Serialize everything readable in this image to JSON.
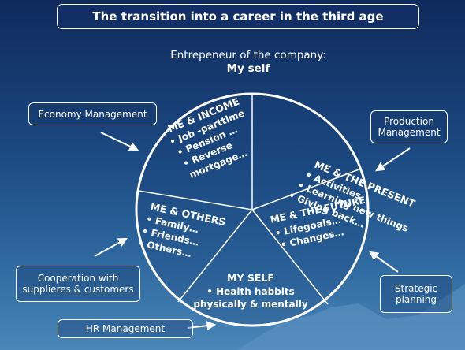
{
  "title": "The transition into a career in the third age",
  "subtitle": {
    "line1": "Entrepeneur of the company:",
    "line2": "My self"
  },
  "side_labels": {
    "economy": "Economy Management",
    "production": [
      "Production",
      "Management"
    ],
    "cooperation": [
      "Cooperation with",
      "supplieres & customers"
    ],
    "strategic": [
      "Strategic",
      "planning"
    ],
    "hr": "HR Management"
  },
  "segments": {
    "income": {
      "heading": "ME & INCOME",
      "items": [
        "• Job -parttime",
        "• Pension …",
        "• Reverse",
        "mortgage…"
      ]
    },
    "present": {
      "heading": "ME & THE PRESENT",
      "items": [
        "• Activities",
        "• Learning new things",
        "• Giving back…"
      ]
    },
    "others": {
      "heading": "ME & OTHERS",
      "items": [
        "• Family…",
        "• Friends…",
        "• Others…"
      ]
    },
    "future": {
      "heading": "ME & THE FUTURE",
      "items": [
        "•  Lifegoals…",
        "•  Changes…"
      ]
    },
    "myself": {
      "heading": "MY SELF",
      "items": [
        "• Health habbits",
        "physically & mentally"
      ]
    }
  },
  "colors": {
    "background_top": "#0f2a5c",
    "background_bottom": "#4a86b8",
    "stroke": "#ffffff",
    "text": "#ffffff"
  }
}
